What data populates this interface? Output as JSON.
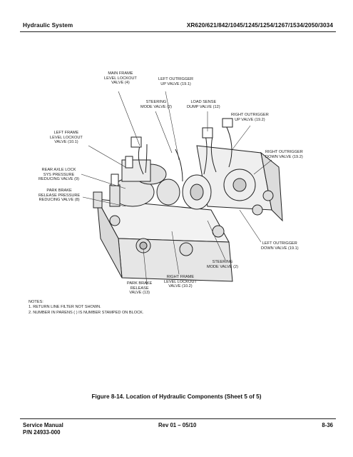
{
  "header": {
    "section": "Hydraulic System",
    "models": "XR620/621/842/1045/1245/1254/1267/1534/2050/3034"
  },
  "callouts": {
    "main_frame": "MAIN FRAME\nLEVEL LOCKOUT\nVALVE (4)",
    "left_outrigger_up": "LEFT OUTRIGGER\nUP VALVE (19.1)",
    "steering_mode_top": "STEERING\nMODE VALVE (2)",
    "load_sense": "LOAD SENSE\nDUMP VALVE (12)",
    "right_outrigger_up": "RIGHT OUTRIGGER\nUP VALVE (19.2)",
    "left_frame": "LEFT FRAME\nLEVEL LOCKOUT\nVALVE (10.1)",
    "right_outrigger_down": "RIGHT OUTRIGGER\nDOWN VALVE (19.2)",
    "rear_axle": "REAR AXLE LOCK\nSYS PRESSURE\nREDUCING VALVE (9)",
    "park_brake_release_pressure": "PARK BRAKE\nRELEASE PRESSURE\nREDUCING VALVE (8)",
    "left_outrigger_down": "LEFT OUTRIGGER\nDOWN VALVE (19.1)",
    "steering_mode_bottom": "STEERING\nMODE VALVE (2)",
    "right_frame": "RIGHT FRAME\nLEVEL LOCKOUT\nVALVE (10.2)",
    "park_brake_release": "PARK BRAKE\nRELEASE\nVALVE (13)"
  },
  "notes": {
    "title": "NOTES:",
    "items": [
      "1.  RETURN LINE FILTER NOT SHOWN.",
      "2.  NUMBER IN PARENS  (  ) IS NUMBER STAMPED ON BLOCK."
    ]
  },
  "caption": "Figure 8-14.  Location of Hydraulic Components  (Sheet 5 of 5)",
  "footer": {
    "manual": "Service Manual",
    "part_number": "P/N 24933-000",
    "revision": "Rev 01 – 05/10",
    "page": "8-36"
  }
}
